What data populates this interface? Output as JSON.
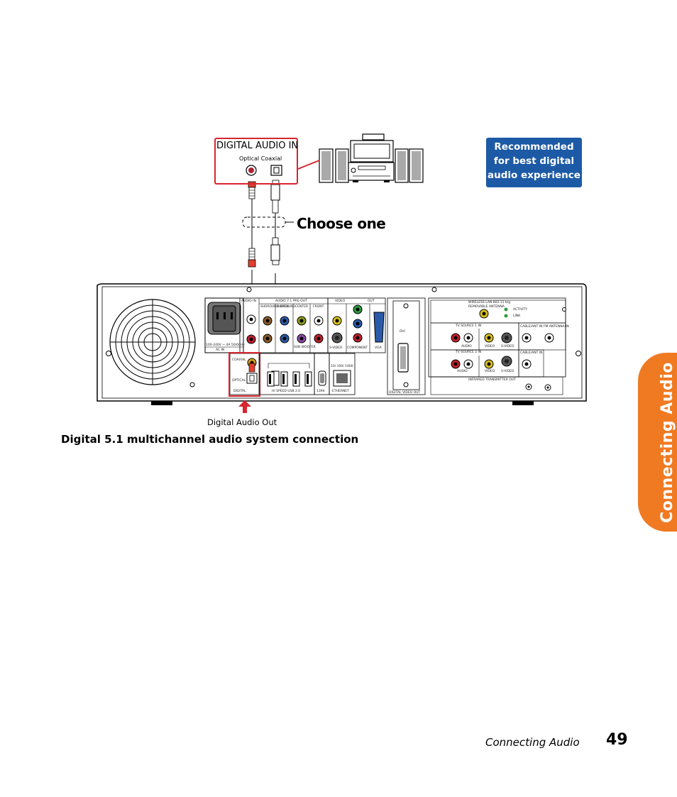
{
  "side_tab": {
    "label": "Connecting Audio"
  },
  "recommended": {
    "line1": "Recommended",
    "line2": "for best digital",
    "line3": "audio experience"
  },
  "digital_audio_in": {
    "title": "DIGITAL AUDIO IN",
    "subtitle": "Optical Coaxial"
  },
  "choose_one": "Choose one",
  "digital_audio_out": "Digital Audio Out",
  "caption": "Digital 5.1 multichannel audio system connection",
  "footer": {
    "section": "Connecting Audio",
    "page": "49"
  },
  "back_panel": {
    "ac_in": "AC IN",
    "ac_rating": "100-240V ~ 4A 50/60Hz",
    "audio_in": "AUDIO IN",
    "audio71": "AUDIO 7.1 PRE-OUT",
    "surround_back": "SURROUND BACK",
    "surround": "SURROUND",
    "center": "CENTER",
    "front": "FRONT",
    "sub_woofer": "SUB WOOFER",
    "video": "VIDEO",
    "out": "OUT",
    "s_video": "S-VIDEO",
    "component": "COMPONENT",
    "vga": "VGA",
    "coaxial": "COAXIAL",
    "optical": "OPTICAL",
    "digital": "DIGITAL",
    "usb": "HI SPEED USB 2.0",
    "ieee1394": "1394",
    "ethernet": "ETHERNET",
    "lan_speed": "10/ 100/ 1000",
    "dvi": "DVI",
    "digital_video_out": "DIGITAL VIDEO OUT",
    "wireless": "WIRELESS LAN     802.11 b/g",
    "removable": "REMOVABLE ANTENNA",
    "activity": "ACTIVITY",
    "link": "LINK",
    "tv1": "TV SOURCE   1   IN",
    "tv2": "TV SOURCE   2   IN",
    "cable1": "CABLE/ANT IN   FM ANTENNA IN",
    "cable2": "CABLE/ANT IN",
    "audio": "AUDIO",
    "ir": "INFRARED TRANSMITTER OUT"
  }
}
